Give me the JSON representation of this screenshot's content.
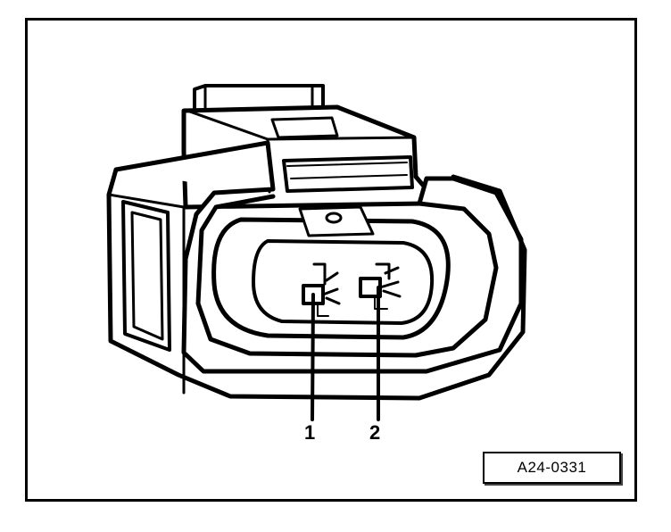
{
  "callouts": [
    {
      "label": "1"
    },
    {
      "label": "2"
    }
  ],
  "reference_code": "A24-0331",
  "colors": {
    "ink": "#000000",
    "paper": "#ffffff"
  }
}
